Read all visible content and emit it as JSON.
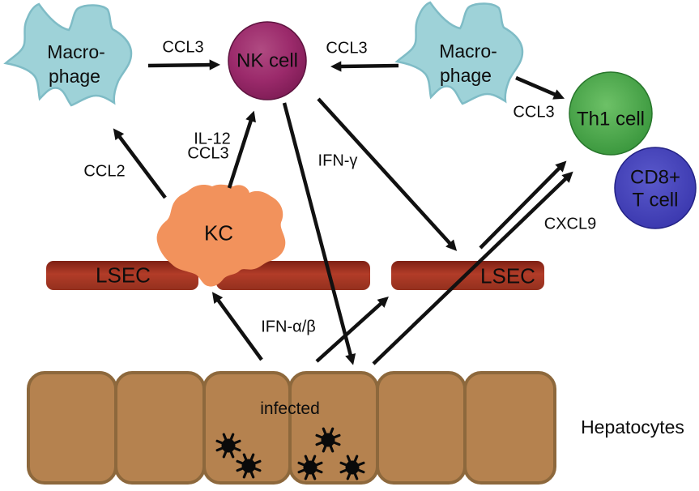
{
  "diagram": {
    "nodes": {
      "macrophage_left": {
        "line1": "Macro-",
        "line2": "phage"
      },
      "macrophage_right": {
        "line1": "Macro-",
        "line2": "phage"
      },
      "nk_cell": {
        "label": "NK cell"
      },
      "kupffer_cell": {
        "label": "KC"
      },
      "lsec_left": {
        "label": "LSEC"
      },
      "lsec_right": {
        "label": "LSEC"
      },
      "th1_cell": {
        "label": "Th1 cell"
      },
      "cd8_t_cell": {
        "line1": "CD8+",
        "line2": "T cell"
      },
      "hepatocytes": {
        "label": "Hepatocytes",
        "infected_label": "infected"
      }
    },
    "signals": {
      "ccl3_left": "CCL3",
      "ccl3_right": "CCL3",
      "ccl3_th1": "CCL3",
      "ccl2": "CCL2",
      "il12": "IL-12",
      "il12_ccl3": "CCL3",
      "ifn_gamma": "IFN-γ",
      "ifn_alpha_beta": "IFN-α/β",
      "cxcl9": "CXCL9"
    },
    "colors": {
      "macrophage": "#9ed2d8",
      "macrophage_stroke": "#7fbcc6",
      "nk_center": "#b04b82",
      "nk_mid": "#9b2a6b",
      "nk_edge": "#7a1a52",
      "kupffer": "#f2925c",
      "lsec_top": "#7e2014",
      "lsec_main": "#b23c28",
      "lsec_bottom": "#93301e",
      "th1_center": "#6dc167",
      "th1_edge": "#349238",
      "cd8_center": "#5a59cb",
      "cd8_edge": "#3734ab",
      "hepatocyte": "#b5824f",
      "hepatocyte_border": "#8d683c",
      "virus": "#0a0a0a",
      "arrow": "#111111"
    }
  }
}
